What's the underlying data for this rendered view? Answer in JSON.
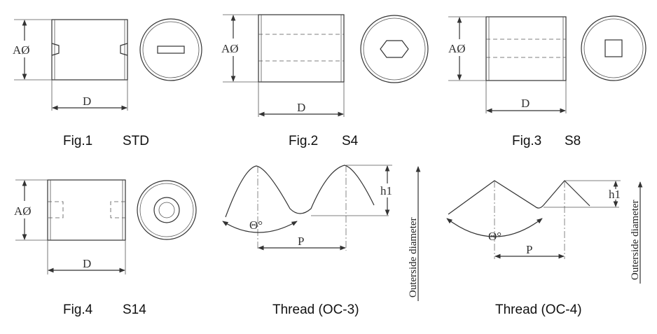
{
  "labels": {
    "diameter": "AØ",
    "length": "D",
    "pitch": "P",
    "height": "h1",
    "angle": "Θ°",
    "outside_diameter": "Outerside diameter"
  },
  "captions": {
    "fig1_num": "Fig.1",
    "fig1_type": "STD",
    "fig2_num": "Fig.2",
    "fig2_type": "S4",
    "fig3_num": "Fig.3",
    "fig3_type": "S8",
    "fig4_num": "Fig.4",
    "fig4_type": "S14",
    "thread_oc3": "Thread (OC-3)",
    "thread_oc4": "Thread (OC-4)"
  }
}
